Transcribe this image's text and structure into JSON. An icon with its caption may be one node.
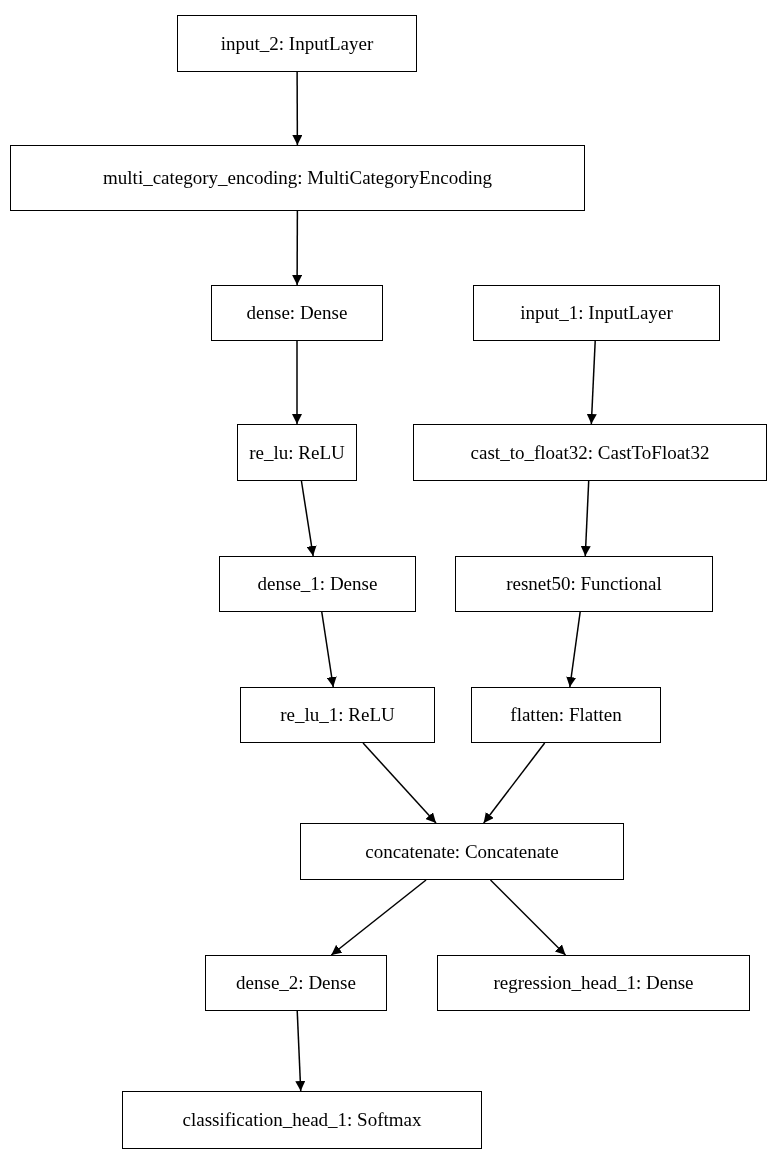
{
  "diagram": {
    "nodes": [
      {
        "text": [
          "input_2: InputLayer"
        ]
      },
      {
        "text": [
          "multi_category_encoding: MultiCategoryEncoding"
        ]
      },
      {
        "text": [
          "dense: Dense"
        ]
      },
      {
        "text": [
          "input_1: InputLayer"
        ]
      },
      {
        "text": [
          "re_lu: ReLU"
        ]
      },
      {
        "text": [
          "cast_to_float32: CastToFloat32"
        ]
      },
      {
        "text": [
          "dense_1: Dense"
        ]
      },
      {
        "text": [
          "resnet50: Functional"
        ]
      },
      {
        "text": [
          "re_lu_1: ReLU"
        ]
      },
      {
        "text": [
          "flatten: Flatten"
        ]
      },
      {
        "text": [
          "concatenate: Concatenate"
        ]
      },
      {
        "text": [
          "dense_2: Dense"
        ]
      },
      {
        "text": [
          "regression_head_1: Dense"
        ]
      },
      {
        "text": [
          "classification_head_1: Softmax"
        ]
      }
    ],
    "edges": [
      {
        "from": 0,
        "to": 1,
        "arrow": "to"
      },
      {
        "from": 1,
        "to": 2,
        "arrow": "to"
      },
      {
        "from": 2,
        "to": 4,
        "arrow": "to"
      },
      {
        "from": 4,
        "to": 6,
        "arrow": "to"
      },
      {
        "from": 6,
        "to": 8,
        "arrow": "to"
      },
      {
        "from": 3,
        "to": 5,
        "arrow": "to"
      },
      {
        "from": 5,
        "to": 7,
        "arrow": "to"
      },
      {
        "from": 7,
        "to": 9,
        "arrow": "to"
      },
      {
        "from": 8,
        "to": 10,
        "arrow": "to"
      },
      {
        "from": 9,
        "to": 10,
        "arrow": "to"
      },
      {
        "from": 10,
        "to": 11,
        "arrow": "to"
      },
      {
        "from": 10,
        "to": 12,
        "arrow": "to"
      },
      {
        "from": 11,
        "to": 13,
        "arrow": "to"
      }
    ]
  }
}
